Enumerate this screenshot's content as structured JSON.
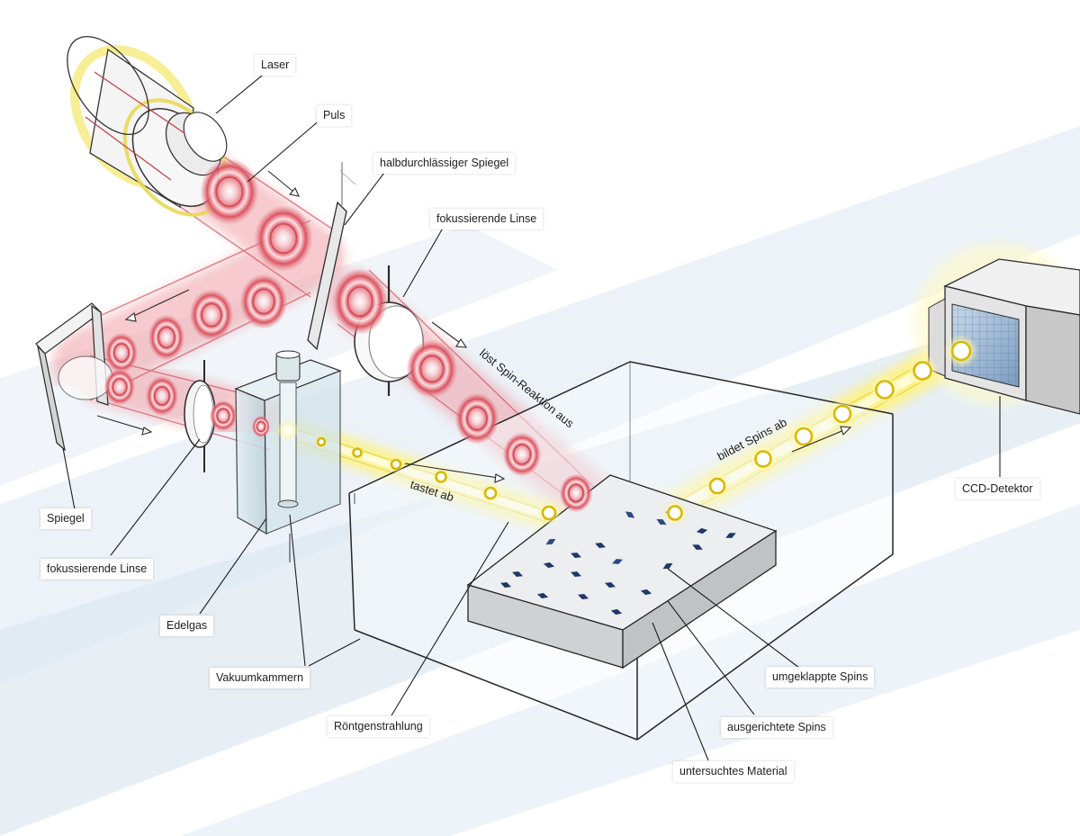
{
  "labels": {
    "laser": "Laser",
    "puls": "Puls",
    "halbspiegel": "halbdurchlässiger Spiegel",
    "linse_top": "fokussierende Linse",
    "spiegel": "Spiegel",
    "linse_left": "fokussierende Linse",
    "edelgas": "Edelgas",
    "vakuum": "Vakuumkammern",
    "roentgen": "Röntgenstrahlung",
    "umgeklappt": "umgeklappte Spins",
    "ausgerichtet": "ausgerichtete Spins",
    "material": "untersuchtes Material",
    "ccd": "CCD-Detektor"
  },
  "beam_labels": {
    "loest": "löst Spin-Reaktion aus",
    "tastet": "tastet ab",
    "bildet": "bildet Spins ab"
  },
  "colors": {
    "red_beam": "#e2868e",
    "red_ring": "#c9404c",
    "yellow_beam": "#fff27a",
    "yellow_ring": "#d8b800",
    "spin": "#1f3768",
    "line": "#262626"
  }
}
